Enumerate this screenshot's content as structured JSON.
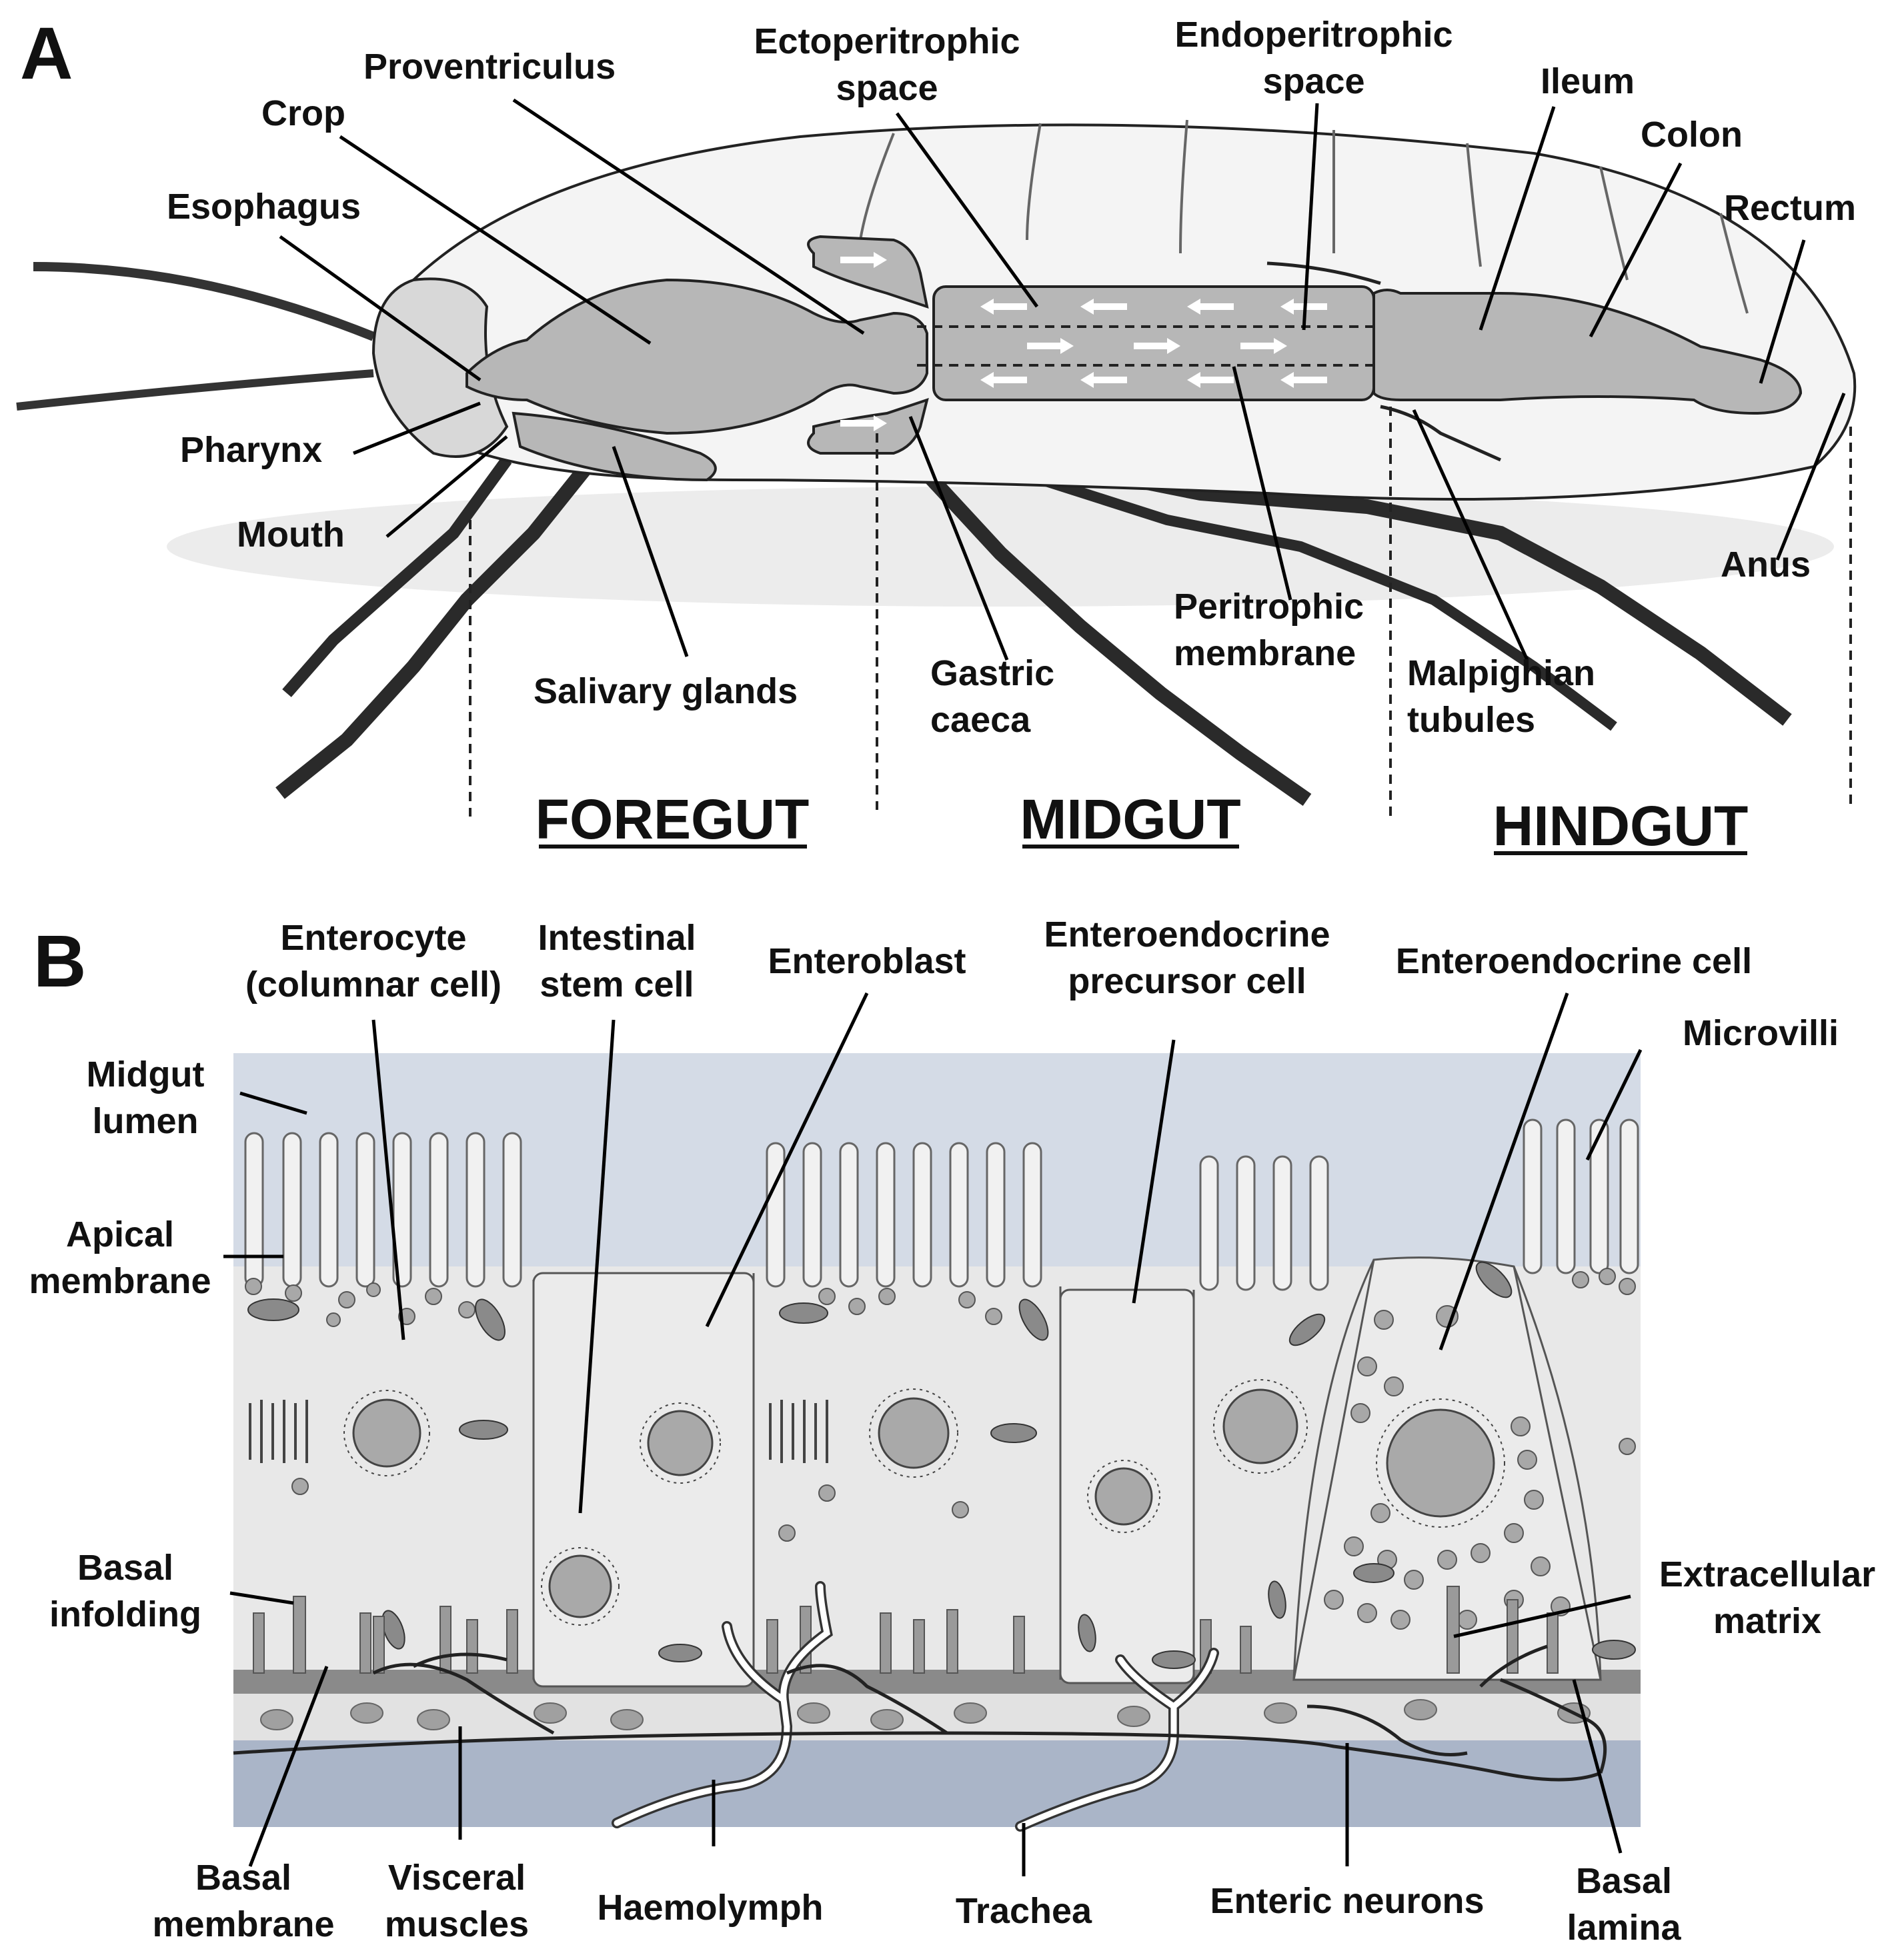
{
  "panel_a": {
    "letter": "A",
    "labels": {
      "proventriculus": "Proventriculus",
      "crop": "Crop",
      "esophagus": "Esophagus",
      "pharynx": "Pharynx",
      "mouth": "Mouth",
      "salivary_glands": "Salivary glands",
      "ectoperitrophic_1": "Ectoperitrophic",
      "ectoperitrophic_2": "space",
      "endoperitrophic_1": "Endoperitrophic",
      "endoperitrophic_2": "space",
      "ileum": "Ileum",
      "colon": "Colon",
      "rectum": "Rectum",
      "anus": "Anus",
      "gastric_1": "Gastric",
      "gastric_2": "caeca",
      "peritrophic_1": "Peritrophic",
      "peritrophic_2": "membrane",
      "malpighian_1": "Malpighian",
      "malpighian_2": "tubules"
    },
    "regions": {
      "foregut": "FOREGUT",
      "midgut": "MIDGUT",
      "hindgut": "HINDGUT"
    }
  },
  "panel_b": {
    "letter": "B",
    "labels": {
      "enterocyte_1": "Enterocyte",
      "enterocyte_2": "(columnar cell)",
      "isc_1": "Intestinal",
      "isc_2": "stem cell",
      "enteroblast": "Enteroblast",
      "eep_1": "Enteroendocrine",
      "eep_2": "precursor cell",
      "ee_cell": "Enteroendocrine cell",
      "microvilli": "Microvilli",
      "lumen_1": "Midgut",
      "lumen_2": "lumen",
      "apical_1": "Apical",
      "apical_2": "membrane",
      "basal_infold_1": "Basal",
      "basal_infold_2": "infolding",
      "ecm_1": "Extracellular",
      "ecm_2": "matrix",
      "basal_membrane_1": "Basal",
      "basal_membrane_2": "membrane",
      "visceral_1": "Visceral",
      "visceral_2": "muscles",
      "haemolymph": "Haemolymph",
      "trachea": "Trachea",
      "enteric_neurons": "Enteric neurons",
      "basal_lamina_1": "Basal",
      "basal_lamina_2": "lamina"
    }
  }
}
